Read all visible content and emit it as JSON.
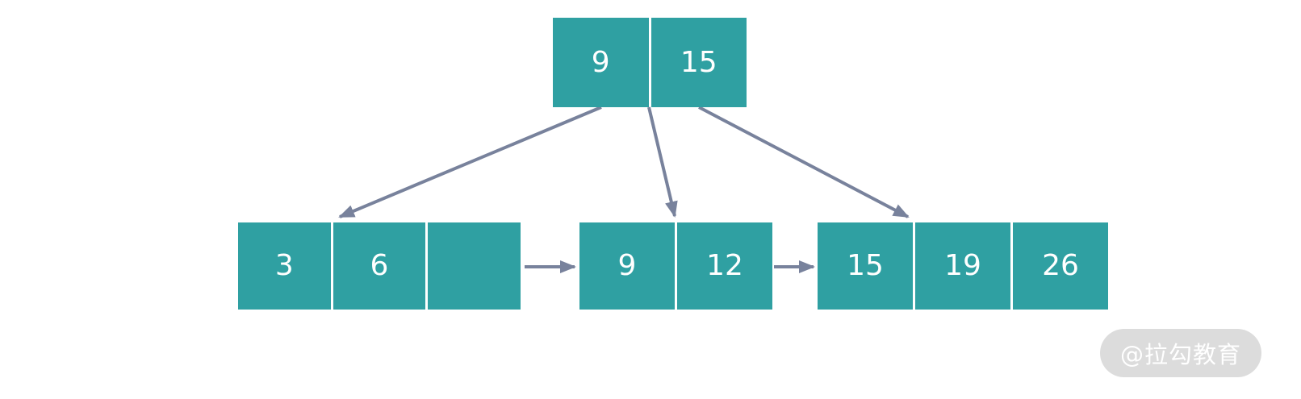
{
  "tree": {
    "root": {
      "keys": [
        "9",
        "15"
      ]
    },
    "leaves": [
      {
        "keys": [
          "3",
          "6",
          ""
        ]
      },
      {
        "keys": [
          "9",
          "12"
        ]
      },
      {
        "keys": [
          "15",
          "19",
          "26"
        ]
      }
    ]
  },
  "watermark": {
    "text": "@拉勾教育"
  },
  "colors": {
    "background": "#ffffff",
    "node_fill": "#2fa0a2",
    "node_text": "#ffffff",
    "arrow": "#78829c",
    "watermark_bg": "#dcdcdc",
    "watermark_text": "#ffffff"
  }
}
